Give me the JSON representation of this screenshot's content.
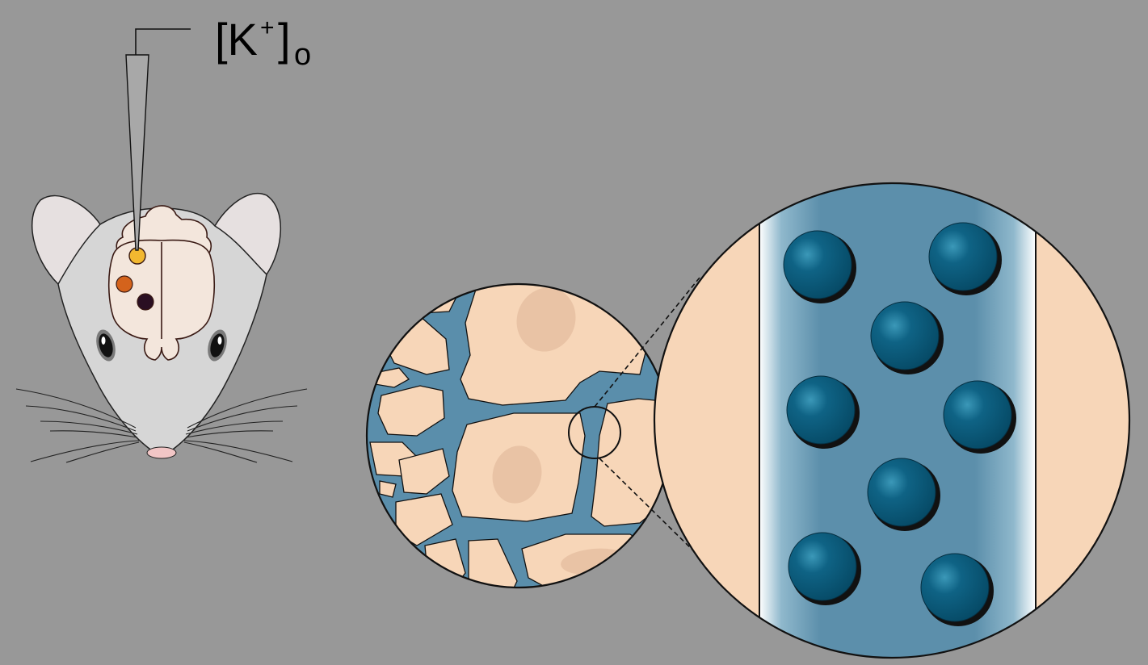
{
  "label": {
    "open": "[K",
    "superscript": "+",
    "close": "]",
    "subscript": "o"
  },
  "colors": {
    "background": "#989898",
    "mouse_fur": "#d6d6d6",
    "mouse_ear_inner": "#e6e0e0",
    "skull": "#f3e6dc",
    "skull_outline": "#3a1a14",
    "site_yellow": "#f2b830",
    "site_orange": "#d4631c",
    "site_dark": "#2a0f22",
    "cell": "#f7d6b8",
    "nucleus": "#e9c3a5",
    "extracellular_space": "#5a8eab",
    "ion": "#0e5a78"
  },
  "icons": {
    "mouse": "mouse-head-icon",
    "electrode": "electrode-icon",
    "ion": "potassium-ion-icon"
  },
  "ion_count": 8
}
